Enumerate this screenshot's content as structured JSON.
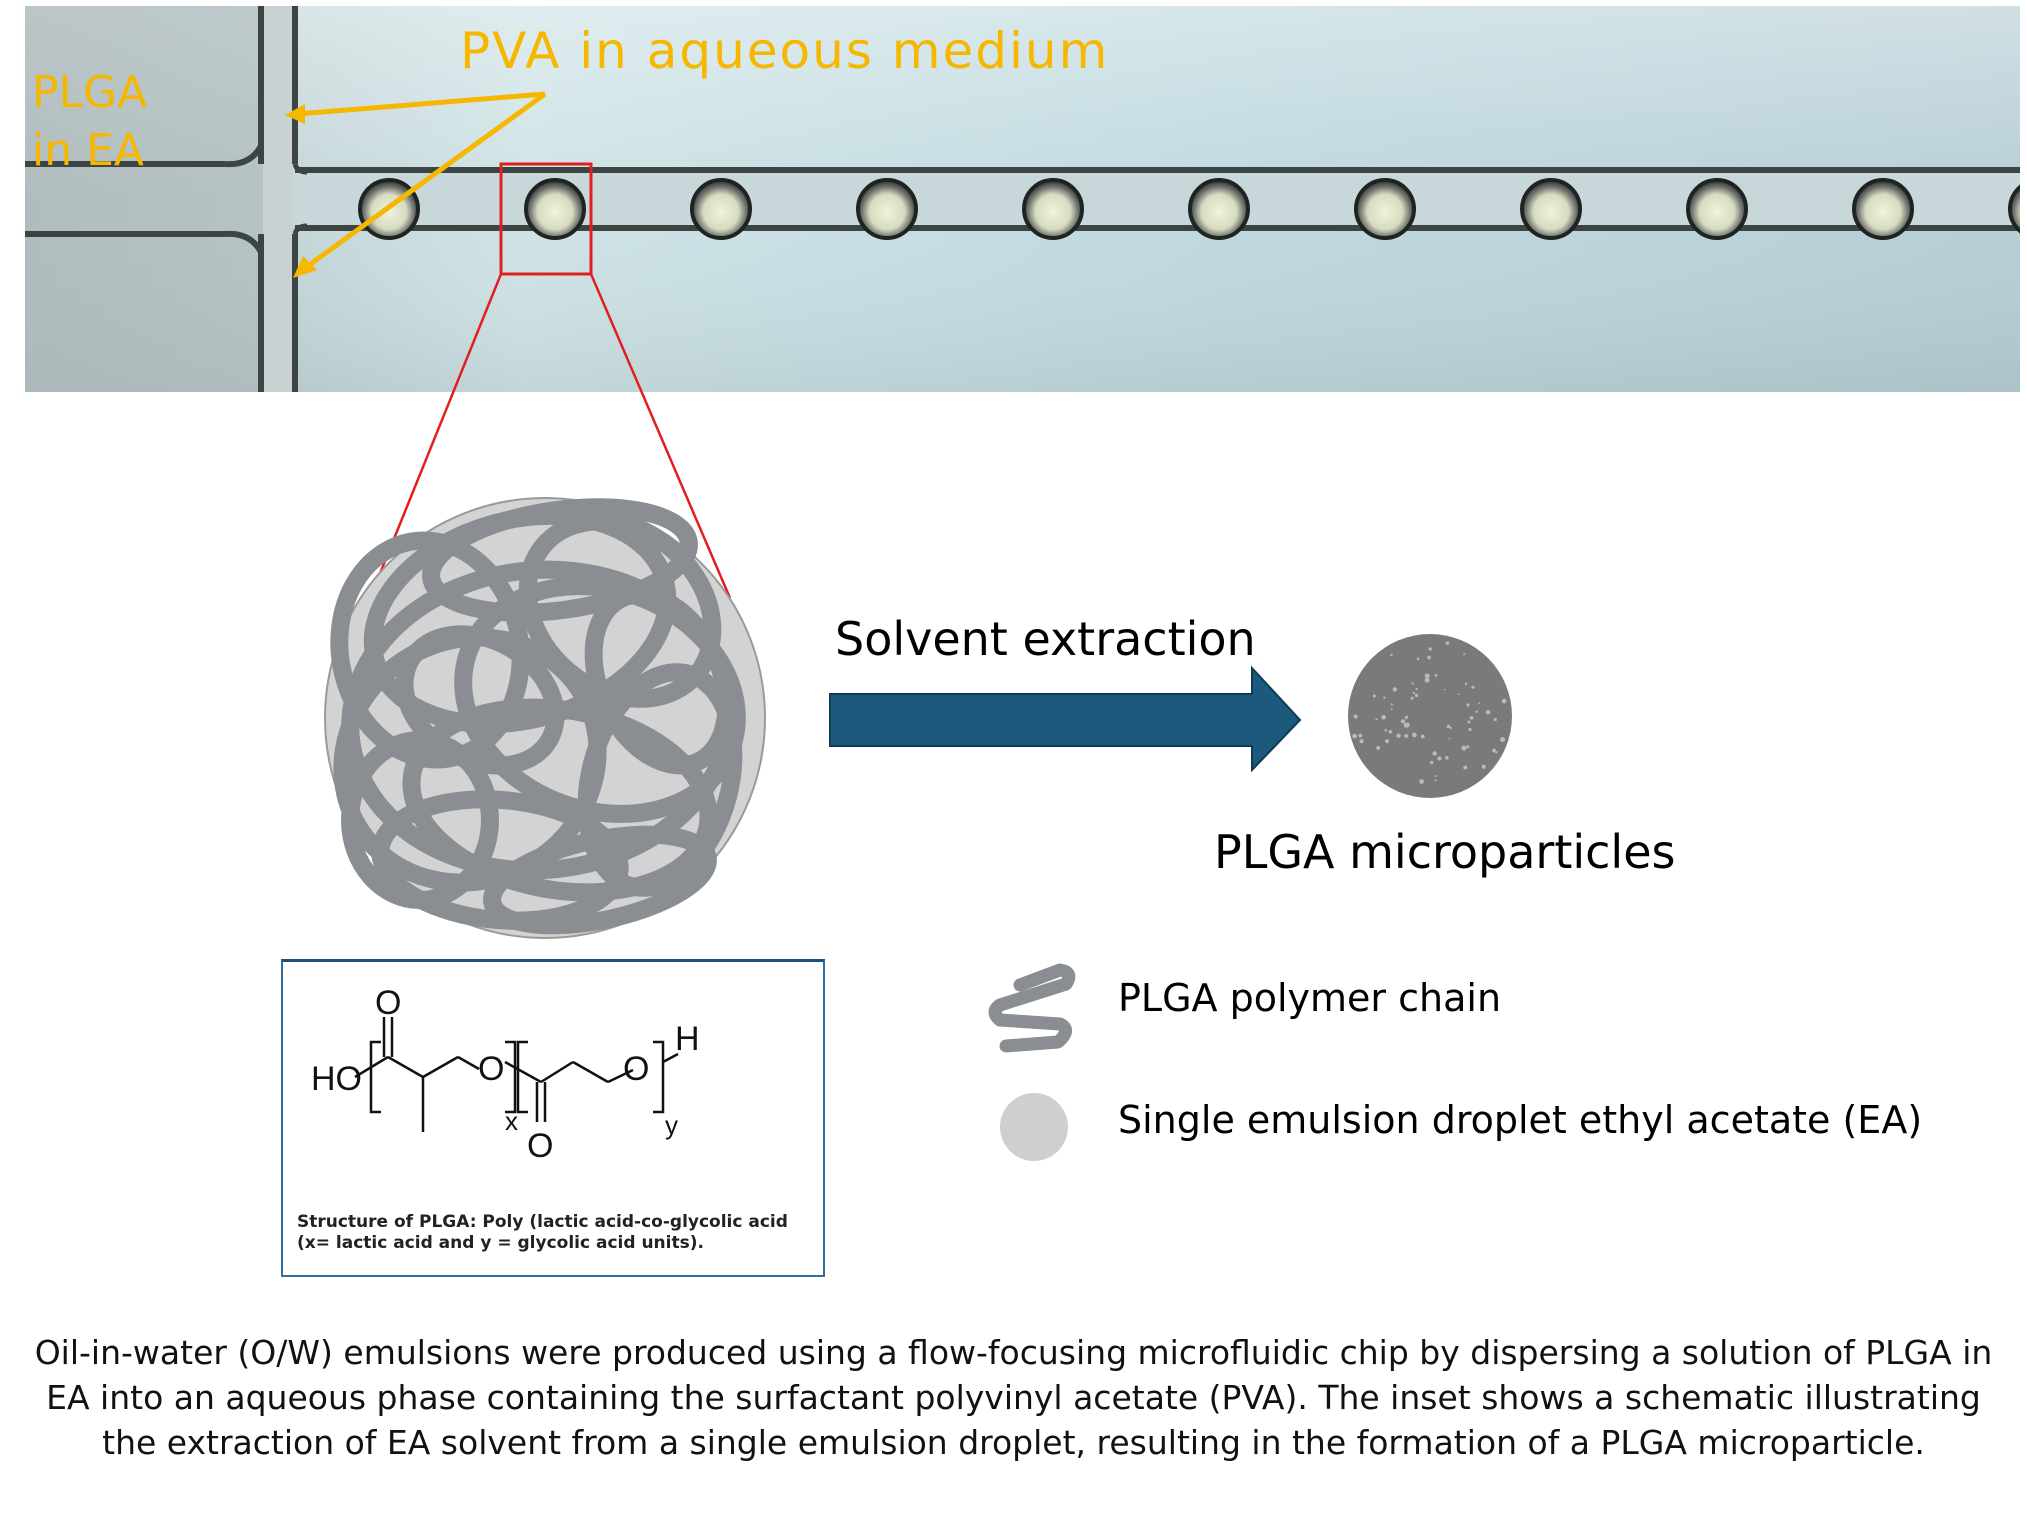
{
  "micro_image": {
    "pva_label": "PVA in aqueous medium",
    "plga_label_line1": "PLGA",
    "plga_label_line2": "in EA",
    "droplet_count": 10
  },
  "schematic": {
    "arrow_label": "Solvent extraction",
    "product_label": "PLGA microparticles"
  },
  "structure": {
    "atom_o_top": "O",
    "atom_ho": "HO",
    "atom_o_mid1": "O",
    "atom_o_mid2": "O",
    "atom_h": "H",
    "sub_x": "x",
    "sub_y": "y",
    "atom_o_bottom": "O",
    "caption": "Structure of PLGA: Poly (lactic acid-co-glycolic acid (x= lactic acid and y = glycolic acid units)."
  },
  "legend": {
    "chain_label": "PLGA polymer chain",
    "droplet_label": "Single emulsion droplet ethyl acetate (EA)"
  },
  "caption": "Oil-in-water (O/W) emulsions were produced using a flow-focusing microfluidic chip by dispersing a solution of PLGA in EA into an aqueous phase containing the surfactant polyvinyl acetate (PVA). The inset shows a schematic illustrating the extraction of EA solvent from a single emulsion droplet, resulting in the formation of a PLGA microparticle.",
  "colors": {
    "label_yellow": "#f5b700",
    "zoom_red": "#e02020",
    "arrow_fill": "#1b5a7d",
    "chain_gray": "#8a8d92",
    "droplet_gray": "#cfcfcf",
    "particle_gray": "#7a7a7a",
    "box_border": "#2e6fa0"
  }
}
